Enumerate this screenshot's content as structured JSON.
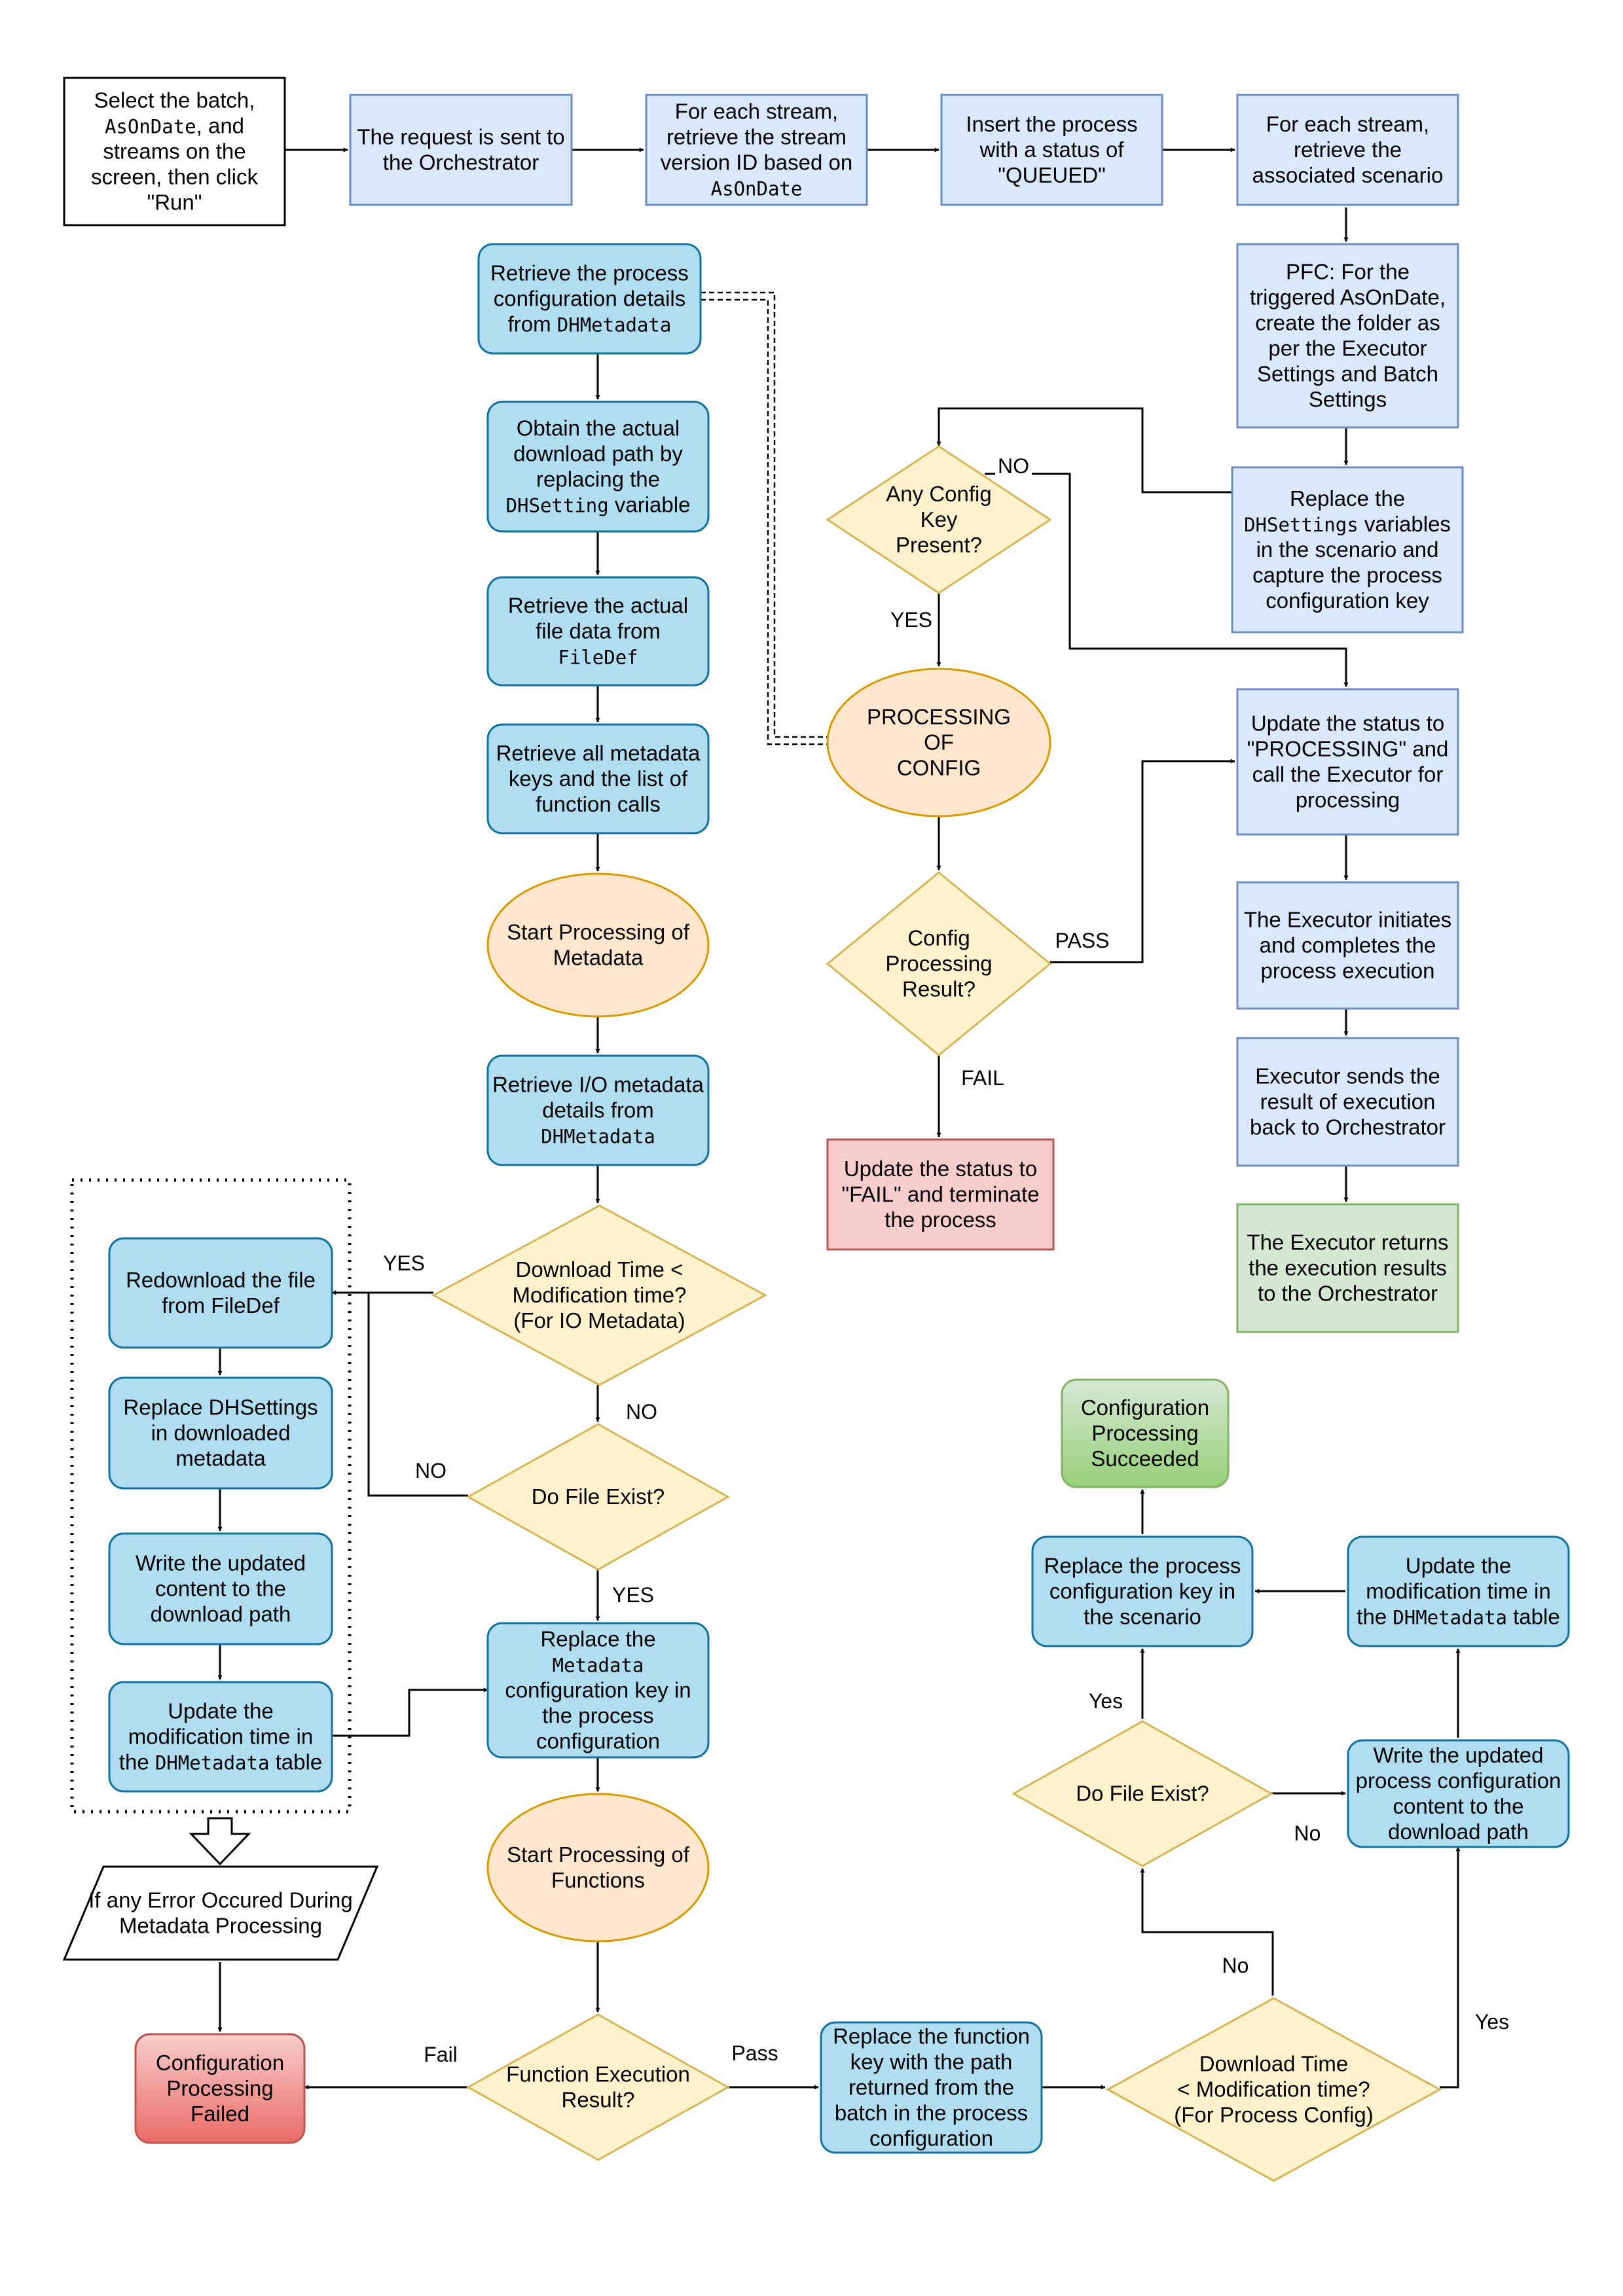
{
  "palette": {
    "light_blue_fill": "#dae8fc",
    "light_blue_stroke": "#6c8ebf",
    "blue_fill": "#b1ddf0",
    "blue_stroke": "#10739e",
    "orange_fill": "#ffe6cc",
    "orange_stroke": "#d79b00",
    "yellow_fill": "#fff2cc",
    "yellow_stroke": "#d6b656",
    "red_fill": "#f8cecc",
    "red_stroke": "#b85450",
    "green_fill": "#d5e8d4",
    "green_stroke": "#82b366",
    "white": "#ffffff",
    "black": "#000000"
  },
  "nodes": {
    "select_batch": [
      [
        "Select the batch,"
      ],
      [
        {
          "t": "AsOnDate",
          "m": true
        },
        ", and"
      ],
      [
        "streams on the"
      ],
      [
        "screen, then click"
      ],
      [
        "\"Run\""
      ]
    ],
    "request_sent": [
      [
        "The request is sent to"
      ],
      [
        "the Orchestrator"
      ]
    ],
    "each_stream_version": [
      [
        "For each stream,"
      ],
      [
        "retrieve the stream"
      ],
      [
        "version ID based on"
      ],
      [
        {
          "t": "AsOnDate",
          "m": true
        }
      ]
    ],
    "insert_queued": [
      [
        "Insert the process"
      ],
      [
        "with a status of"
      ],
      [
        "\"QUEUED\""
      ]
    ],
    "each_stream_scenario": [
      [
        "For each stream,"
      ],
      [
        "retrieve the"
      ],
      [
        "associated scenario"
      ]
    ],
    "pfc_folder": [
      [
        "PFC: For the"
      ],
      [
        "triggered AsOnDate,"
      ],
      [
        "create the folder as"
      ],
      [
        "per the Executor"
      ],
      [
        "Settings and Batch"
      ],
      [
        "Settings"
      ]
    ],
    "replace_dhsettings": [
      [
        "Replace the"
      ],
      [
        {
          "t": "DHSettings",
          "m": true
        },
        " variables"
      ],
      [
        "in the scenario and"
      ],
      [
        "capture the process"
      ],
      [
        "configuration key"
      ]
    ],
    "any_config_key": [
      [
        "Any Config"
      ],
      [
        "Key"
      ],
      [
        "Present?"
      ]
    ],
    "processing_config": [
      [
        "PROCESSING"
      ],
      [
        "OF"
      ],
      [
        "CONFIG"
      ]
    ],
    "config_result": [
      [
        "Config"
      ],
      [
        "Processing"
      ],
      [
        "Result?"
      ]
    ],
    "update_fail": [
      [
        "Update the status to"
      ],
      [
        "\"FAIL\" and terminate"
      ],
      [
        "the process"
      ]
    ],
    "update_processing": [
      [
        "Update the status to"
      ],
      [
        "\"PROCESSING\" and"
      ],
      [
        "call the Executor for"
      ],
      [
        "processing"
      ]
    ],
    "executor_initiates": [
      [
        "The Executor initiates"
      ],
      [
        "and completes the"
      ],
      [
        "process execution"
      ]
    ],
    "executor_sends": [
      [
        "Executor sends the"
      ],
      [
        "result of execution"
      ],
      [
        "back to Orchestrator"
      ]
    ],
    "executor_returns": [
      [
        "The Executor returns"
      ],
      [
        "the execution results"
      ],
      [
        "to the Orchestrator"
      ]
    ],
    "retrieve_proc_config": [
      [
        "Retrieve the process"
      ],
      [
        "configuration details"
      ],
      [
        "from ",
        {
          "t": "DHMetadata",
          "m": true
        }
      ]
    ],
    "obtain_download_path": [
      [
        "Obtain the actual"
      ],
      [
        "download path by"
      ],
      [
        "replacing the"
      ],
      [
        {
          "t": "DHSetting",
          "m": true
        },
        " variable"
      ]
    ],
    "retrieve_file_data": [
      [
        "Retrieve the actual"
      ],
      [
        "file data from"
      ],
      [
        {
          "t": "FileDef",
          "m": true
        }
      ]
    ],
    "retrieve_metadata_keys": [
      [
        "Retrieve all metadata"
      ],
      [
        "keys and the list of"
      ],
      [
        "function calls"
      ]
    ],
    "start_metadata": [
      [
        "Start Processing of"
      ],
      [
        "Metadata"
      ]
    ],
    "retrieve_io_metadata": [
      [
        "Retrieve I/O metadata"
      ],
      [
        "details from"
      ],
      [
        {
          "t": "DHMetadata",
          "m": true
        }
      ]
    ],
    "download_time_io": [
      [
        "Download Time <"
      ],
      [
        "Modification time?"
      ],
      [
        "(For IO Metadata)"
      ]
    ],
    "do_file_exist_1": [
      [
        "Do File Exist?"
      ]
    ],
    "redownload": [
      [
        "Redownload the file"
      ],
      [
        "from FileDef"
      ]
    ],
    "replace_dhsettings_downloaded": [
      [
        "Replace DHSettings"
      ],
      [
        "in downloaded"
      ],
      [
        "metadata"
      ]
    ],
    "write_updated_1": [
      [
        "Write the updated"
      ],
      [
        "content to the"
      ],
      [
        "download path"
      ]
    ],
    "update_mod_time_1": [
      [
        "Update the"
      ],
      [
        "modification time in"
      ],
      [
        "the ",
        {
          "t": "DHMetadata",
          "m": true
        },
        " table"
      ]
    ],
    "replace_metadata_key": [
      [
        "Replace the"
      ],
      [
        {
          "t": "Metadata",
          "m": true
        }
      ],
      [
        "configuration key in"
      ],
      [
        "the process"
      ],
      [
        "configuration"
      ]
    ],
    "start_functions": [
      [
        "Start Processing of"
      ],
      [
        "Functions"
      ]
    ],
    "if_error": [
      [
        "If any Error Occured During"
      ],
      [
        "Metadata Processing"
      ]
    ],
    "config_failed": [
      [
        "Configuration"
      ],
      [
        "Processing"
      ],
      [
        "Failed"
      ]
    ],
    "function_result": [
      [
        "Function Execution"
      ],
      [
        "Result?"
      ]
    ],
    "replace_function_key": [
      [
        "Replace the function"
      ],
      [
        "key with the path"
      ],
      [
        "returned from the"
      ],
      [
        "batch in the process"
      ],
      [
        "configuration"
      ]
    ],
    "download_time_pc": [
      [
        "Download Time"
      ],
      [
        "< Modification time?"
      ],
      [
        "(For Process Config)"
      ]
    ],
    "do_file_exist_2": [
      [
        "Do File Exist?"
      ]
    ],
    "write_updated_pc": [
      [
        "Write the updated"
      ],
      [
        "process configuration"
      ],
      [
        "content to the"
      ],
      [
        "download path"
      ]
    ],
    "update_mod_time_2": [
      [
        "Update the"
      ],
      [
        "modification time in"
      ],
      [
        "the ",
        {
          "t": "DHMetadata",
          "m": true
        },
        " table"
      ]
    ],
    "replace_pc_key": [
      [
        "Replace the process"
      ],
      [
        "configuration key in"
      ],
      [
        "the scenario"
      ]
    ],
    "config_succeeded": [
      [
        "Configuration"
      ],
      [
        "Processing"
      ],
      [
        "Succeeded"
      ]
    ]
  },
  "edge_labels": {
    "no_config_key": "NO",
    "yes_config_key": "YES",
    "pass_config": "PASS",
    "fail_config": "FAIL",
    "yes_download_io": "YES",
    "no_download_io": "NO",
    "no_file_exist_1": "NO",
    "yes_file_exist_1": "YES",
    "fail_function": "Fail",
    "pass_function": "Pass",
    "yes_download_pc": "Yes",
    "no_download_pc": "No",
    "yes_file_exist_2": "Yes",
    "no_file_exist_2": "No"
  }
}
